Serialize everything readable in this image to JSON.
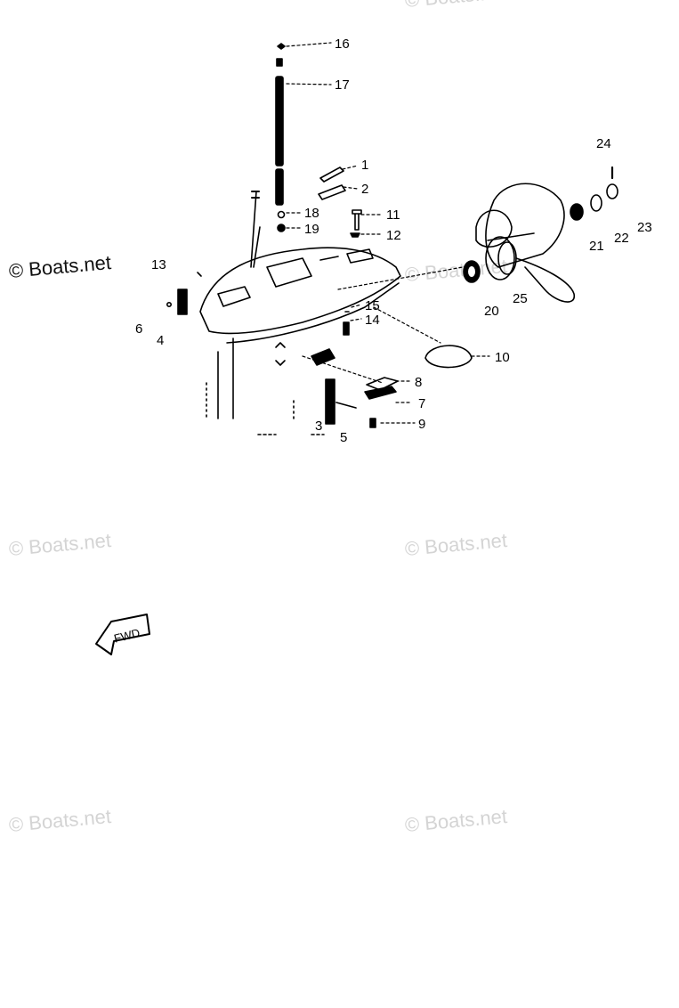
{
  "watermark": {
    "text": "© Boats.net"
  },
  "callouts": [
    {
      "id": "16",
      "text": "16"
    },
    {
      "id": "17",
      "text": "17"
    },
    {
      "id": "1",
      "text": "1"
    },
    {
      "id": "2",
      "text": "2"
    },
    {
      "id": "18",
      "text": "18"
    },
    {
      "id": "19",
      "text": "19"
    },
    {
      "id": "11",
      "text": "11"
    },
    {
      "id": "12",
      "text": "12"
    },
    {
      "id": "13",
      "text": "13"
    },
    {
      "id": "6",
      "text": "6"
    },
    {
      "id": "4",
      "text": "4"
    },
    {
      "id": "15",
      "text": "15"
    },
    {
      "id": "14",
      "text": "14"
    },
    {
      "id": "10",
      "text": "10"
    },
    {
      "id": "8",
      "text": "8"
    },
    {
      "id": "7",
      "text": "7"
    },
    {
      "id": "9",
      "text": "9"
    },
    {
      "id": "3",
      "text": "3"
    },
    {
      "id": "5",
      "text": "5"
    },
    {
      "id": "24",
      "text": "24"
    },
    {
      "id": "23",
      "text": "23"
    },
    {
      "id": "22",
      "text": "22"
    },
    {
      "id": "21",
      "text": "21"
    },
    {
      "id": "20",
      "text": "20"
    },
    {
      "id": "25",
      "text": "25"
    }
  ],
  "fwd_label": "FWD"
}
